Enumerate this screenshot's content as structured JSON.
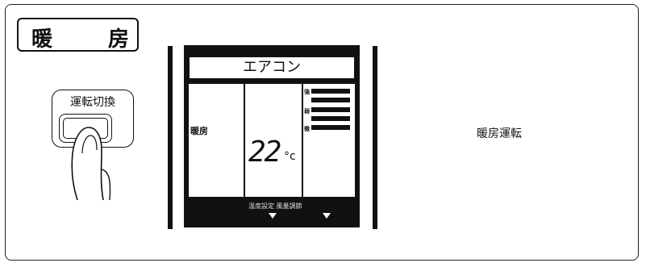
{
  "mode_title": {
    "char1": "暖",
    "char2": "房"
  },
  "switch_button": {
    "label": "運転切換"
  },
  "display": {
    "header": "エアコン",
    "mode": "暖房",
    "temperature": "22",
    "unit": "°c",
    "fan_levels": [
      "強",
      "弱",
      "微"
    ],
    "footer_text": "温度設定  風量調節"
  },
  "status_text": "暖房運転"
}
